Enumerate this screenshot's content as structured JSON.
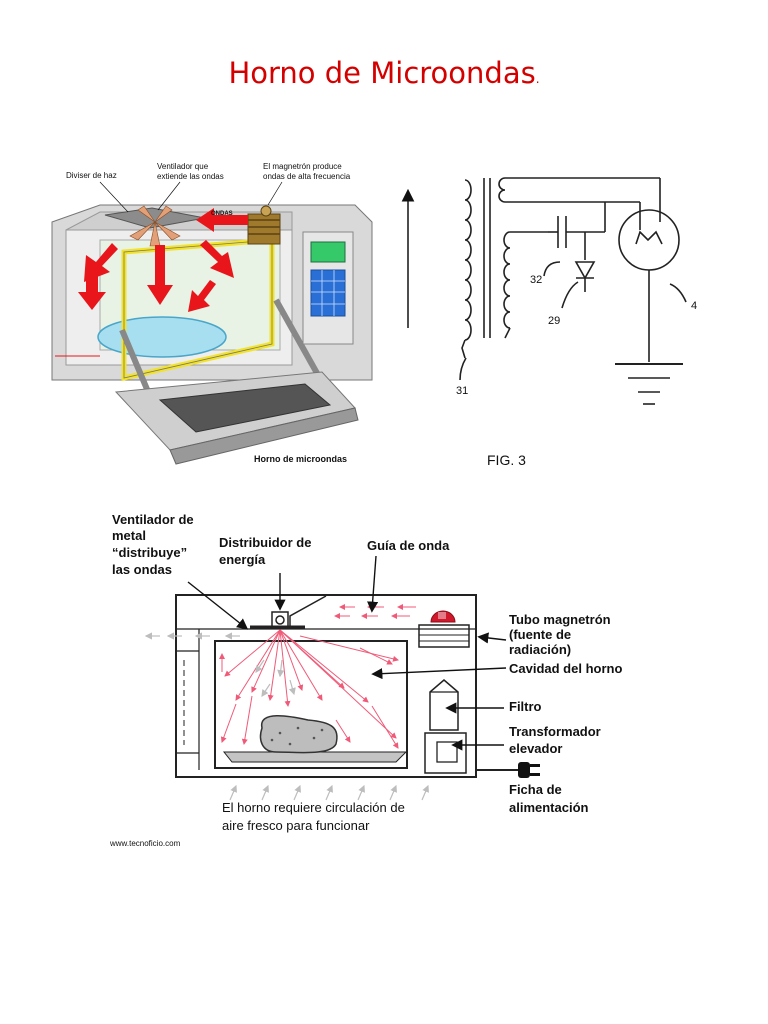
{
  "title": "Horno de Microondas",
  "title_dot": ".",
  "fig1": {
    "label_divisor": "Diviser de haz",
    "label_ventilador_1": "Ventilador que",
    "label_ventilador_2": "extiende las ondas",
    "label_magnetron_1": "El magnetrón produce",
    "label_magnetron_2": "ondas de alta frecuencia",
    "caption": "Horno de microondas"
  },
  "fig3": {
    "caption": "FIG. 3",
    "label_31": "31",
    "label_32": "32",
    "label_29": "29",
    "label_4": "4"
  },
  "fig_bottom": {
    "ventilador_1": "Ventilador de",
    "ventilador_2": "metal",
    "ventilador_3": "“distribuye”",
    "ventilador_4": "las ondas",
    "distribuidor_1": "Distribuidor de",
    "distribuidor_2": "energía",
    "guia": "Guía de onda",
    "tubo_1": "Tubo magnetrón",
    "tubo_2": "(fuente de",
    "tubo_3": "radiación)",
    "cavidad": "Cavidad del horno",
    "filtro": "Filtro",
    "transformador_1": "Transformador",
    "transformador_2": "elevador",
    "ficha_1": "Ficha de",
    "ficha_2": "alimentación",
    "aire_1": "El horno requiere circulación de",
    "aire_2": "aire fresco para funcionar",
    "credit": "www.tecnoficio.com"
  },
  "colors": {
    "title": "#d40000",
    "arrow_red": "#e8151b",
    "waves": "#f05a78",
    "door_frame": "#f2e22a",
    "plate": "#a8dff0",
    "panel": "#2a6fd6",
    "display": "#35c96a"
  }
}
